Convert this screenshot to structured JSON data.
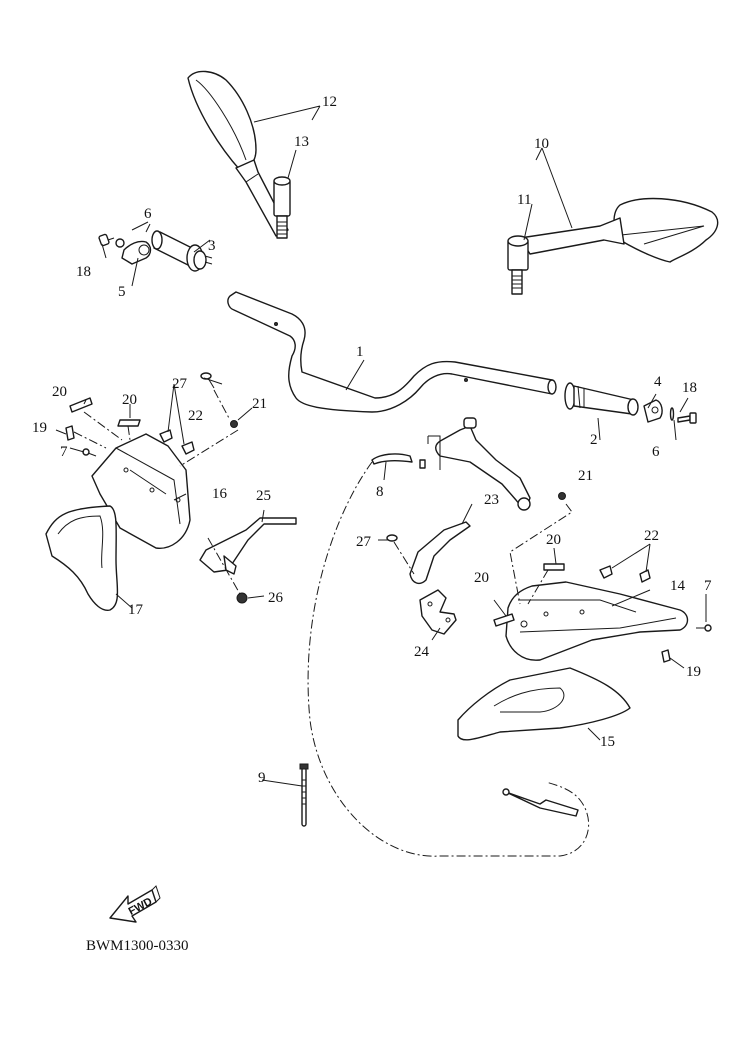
{
  "diagram": {
    "code": "BWM1300-0330",
    "direction_label": "FWD",
    "callouts": {
      "p1": "1",
      "p2": "2",
      "p3": "3",
      "p4": "4",
      "p5": "5",
      "p6a": "6",
      "p6b": "6",
      "p7a": "7",
      "p7b": "7",
      "p8": "8",
      "p9": "9",
      "p10": "10",
      "p11": "11",
      "p12": "12",
      "p13": "13",
      "p14": "14",
      "p15": "15",
      "p16": "16",
      "p17": "17",
      "p18a": "18",
      "p18b": "18",
      "p19a": "19",
      "p19b": "19",
      "p20a": "20",
      "p20b": "20",
      "p20c": "20",
      "p20d": "20",
      "p21a": "21",
      "p21b": "21",
      "p22a": "22",
      "p22b": "22",
      "p23": "23",
      "p24": "24",
      "p25": "25",
      "p26": "26",
      "p27a": "27",
      "p27b": "27"
    },
    "parts": [
      {
        "ref": "1",
        "name": "handlebar"
      },
      {
        "ref": "2",
        "name": "right-grip"
      },
      {
        "ref": "3",
        "name": "left-grip"
      },
      {
        "ref": "4",
        "name": "right-grip-end"
      },
      {
        "ref": "5",
        "name": "left-grip-end"
      },
      {
        "ref": "6",
        "name": "washer"
      },
      {
        "ref": "7",
        "name": "screw"
      },
      {
        "ref": "8",
        "name": "clutch-cable"
      },
      {
        "ref": "9",
        "name": "cable-tie"
      },
      {
        "ref": "10",
        "name": "right-mirror"
      },
      {
        "ref": "11",
        "name": "right-mirror-nut"
      },
      {
        "ref": "12",
        "name": "left-mirror"
      },
      {
        "ref": "13",
        "name": "left-mirror-nut"
      },
      {
        "ref": "14",
        "name": "right-hand-guard"
      },
      {
        "ref": "15",
        "name": "right-guard-cover"
      },
      {
        "ref": "16",
        "name": "left-hand-guard"
      },
      {
        "ref": "17",
        "name": "left-guard-cover"
      },
      {
        "ref": "18",
        "name": "bolt"
      },
      {
        "ref": "19",
        "name": "pad"
      },
      {
        "ref": "20",
        "name": "damper"
      },
      {
        "ref": "21",
        "name": "nut"
      },
      {
        "ref": "22",
        "name": "grommet"
      },
      {
        "ref": "23",
        "name": "right-bracket"
      },
      {
        "ref": "24",
        "name": "bracket-plate"
      },
      {
        "ref": "25",
        "name": "left-bracket"
      },
      {
        "ref": "26",
        "name": "flange-nut"
      },
      {
        "ref": "27",
        "name": "screw"
      }
    ]
  }
}
